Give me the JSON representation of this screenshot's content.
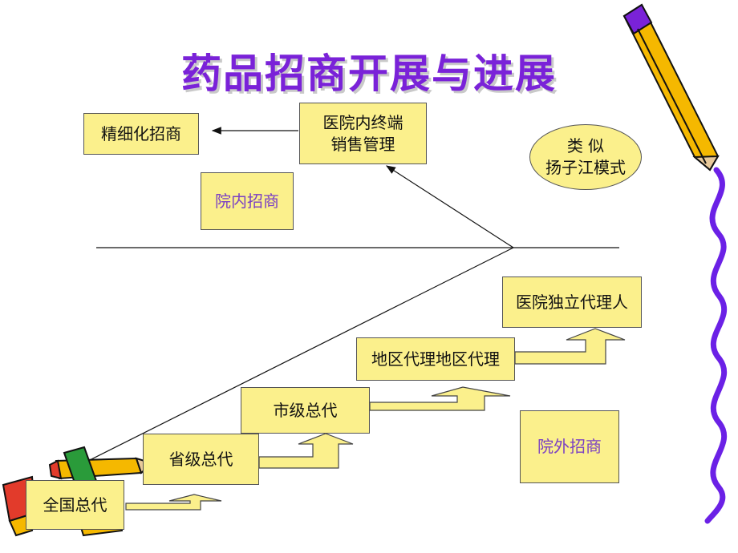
{
  "title": "药品招商开展与进展",
  "boxes": {
    "fine_recruit": "精细化招商",
    "hospital_terminal": "医院内终端\n销售管理",
    "in_hospital": "院内招商",
    "similar_model": "类  似\n扬子江模式",
    "hospital_agent": "医院独立代理人",
    "regional_agent": "地区代理地区代理",
    "city_agent": "市级总代",
    "provincial_agent": "省级总代",
    "out_hospital": "院外招商",
    "national_agent": "全国总代"
  }
}
